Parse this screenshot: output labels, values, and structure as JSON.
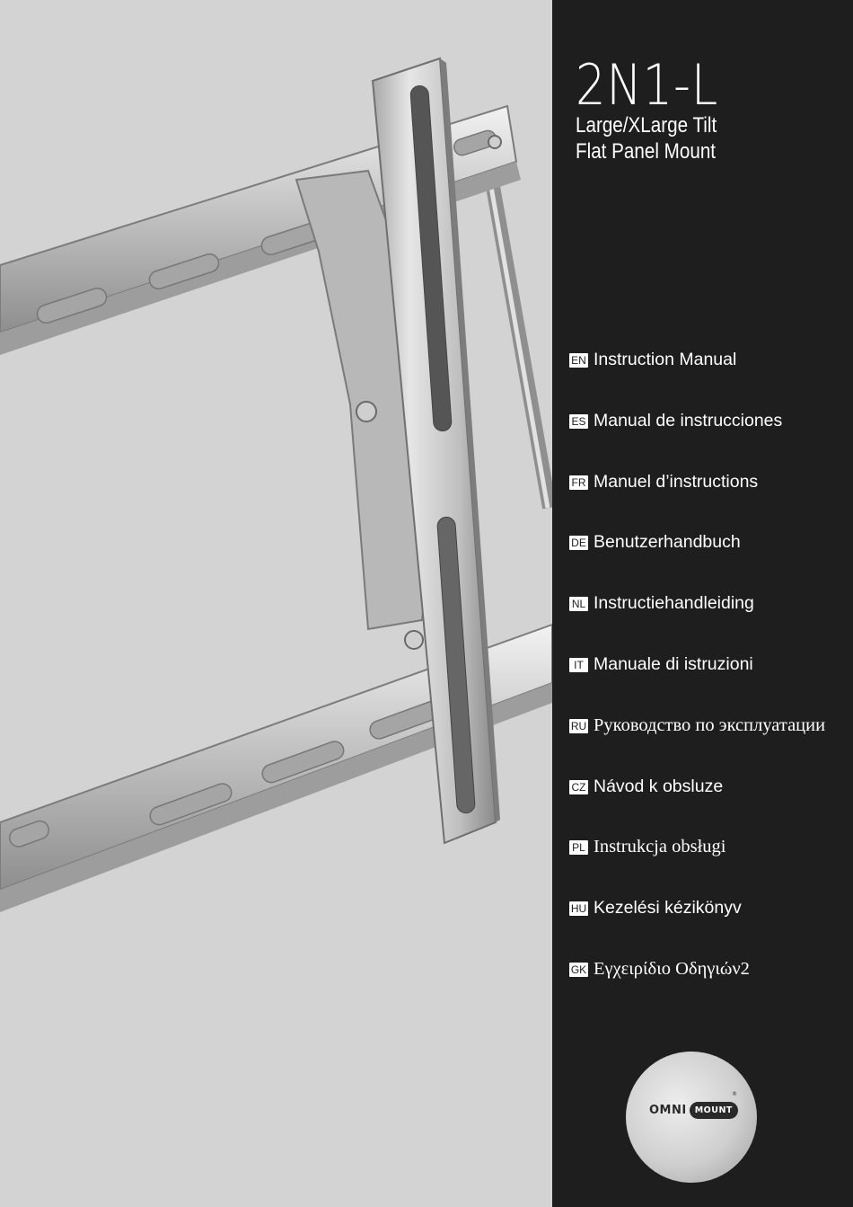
{
  "product": {
    "model": "2N1-L",
    "subtitle_line1": "Large/XLarge Tilt",
    "subtitle_line2": "Flat Panel Mount"
  },
  "languages": [
    {
      "code": "EN",
      "label": "Instruction Manual"
    },
    {
      "code": "ES",
      "label": "Manual de instrucciones"
    },
    {
      "code": "FR",
      "label": "Manuel d’instructions"
    },
    {
      "code": "DE",
      "label": "Benutzerhandbuch"
    },
    {
      "code": "NL",
      "label": "Instructiehandleiding"
    },
    {
      "code": "IT",
      "label": "Manuale di istruzioni"
    },
    {
      "code": "RU",
      "label": "Руководство по эксплуатации"
    },
    {
      "code": "CZ",
      "label": "Návod k obsluze"
    },
    {
      "code": "PL",
      "label": "Instrukcja obsługi"
    },
    {
      "code": "HU",
      "label": "Kezelési kézikönyv"
    },
    {
      "code": "GK",
      "label": "Εγχειρίδιο Οδηγιών2"
    }
  ],
  "brand": {
    "name_left": "OMNI",
    "name_right": "MOUNT",
    "registered": "®"
  },
  "colors": {
    "panel": "#1e1e1e",
    "photo_background": "#d3d3d3",
    "text": "#ffffff"
  }
}
